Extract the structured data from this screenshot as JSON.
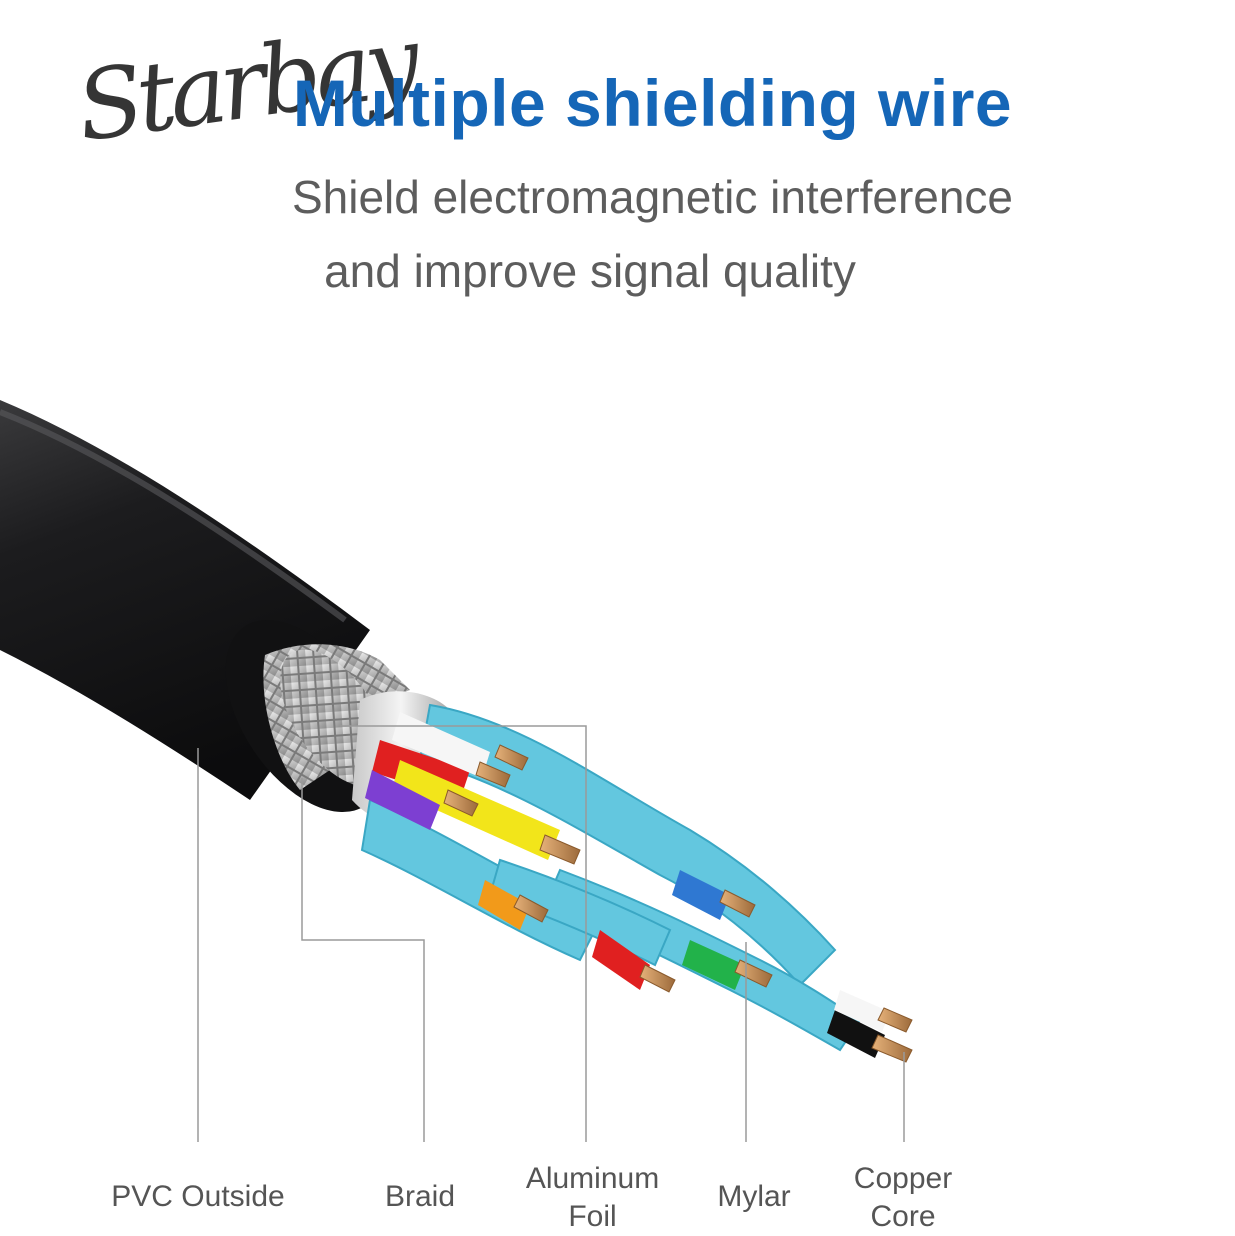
{
  "header": {
    "title": "Multiple shielding wire",
    "subtitle_line1": "Shield electromagnetic interference",
    "subtitle_line2": "and improve signal quality"
  },
  "watermark": {
    "text": "Starbay"
  },
  "labels": {
    "pvc": "PVC Outside",
    "braid": "Braid",
    "aluminum_line1": "Aluminum",
    "aluminum_line2": "Foil",
    "mylar": "Mylar",
    "copper_line1": "Copper",
    "copper_line2": "Core"
  },
  "colors": {
    "title": "#1566b7",
    "subtitle": "#5d5d5d",
    "jacket": "#1c1c1e",
    "shield_pair": "#63c7df",
    "copper": "#c9925a"
  }
}
